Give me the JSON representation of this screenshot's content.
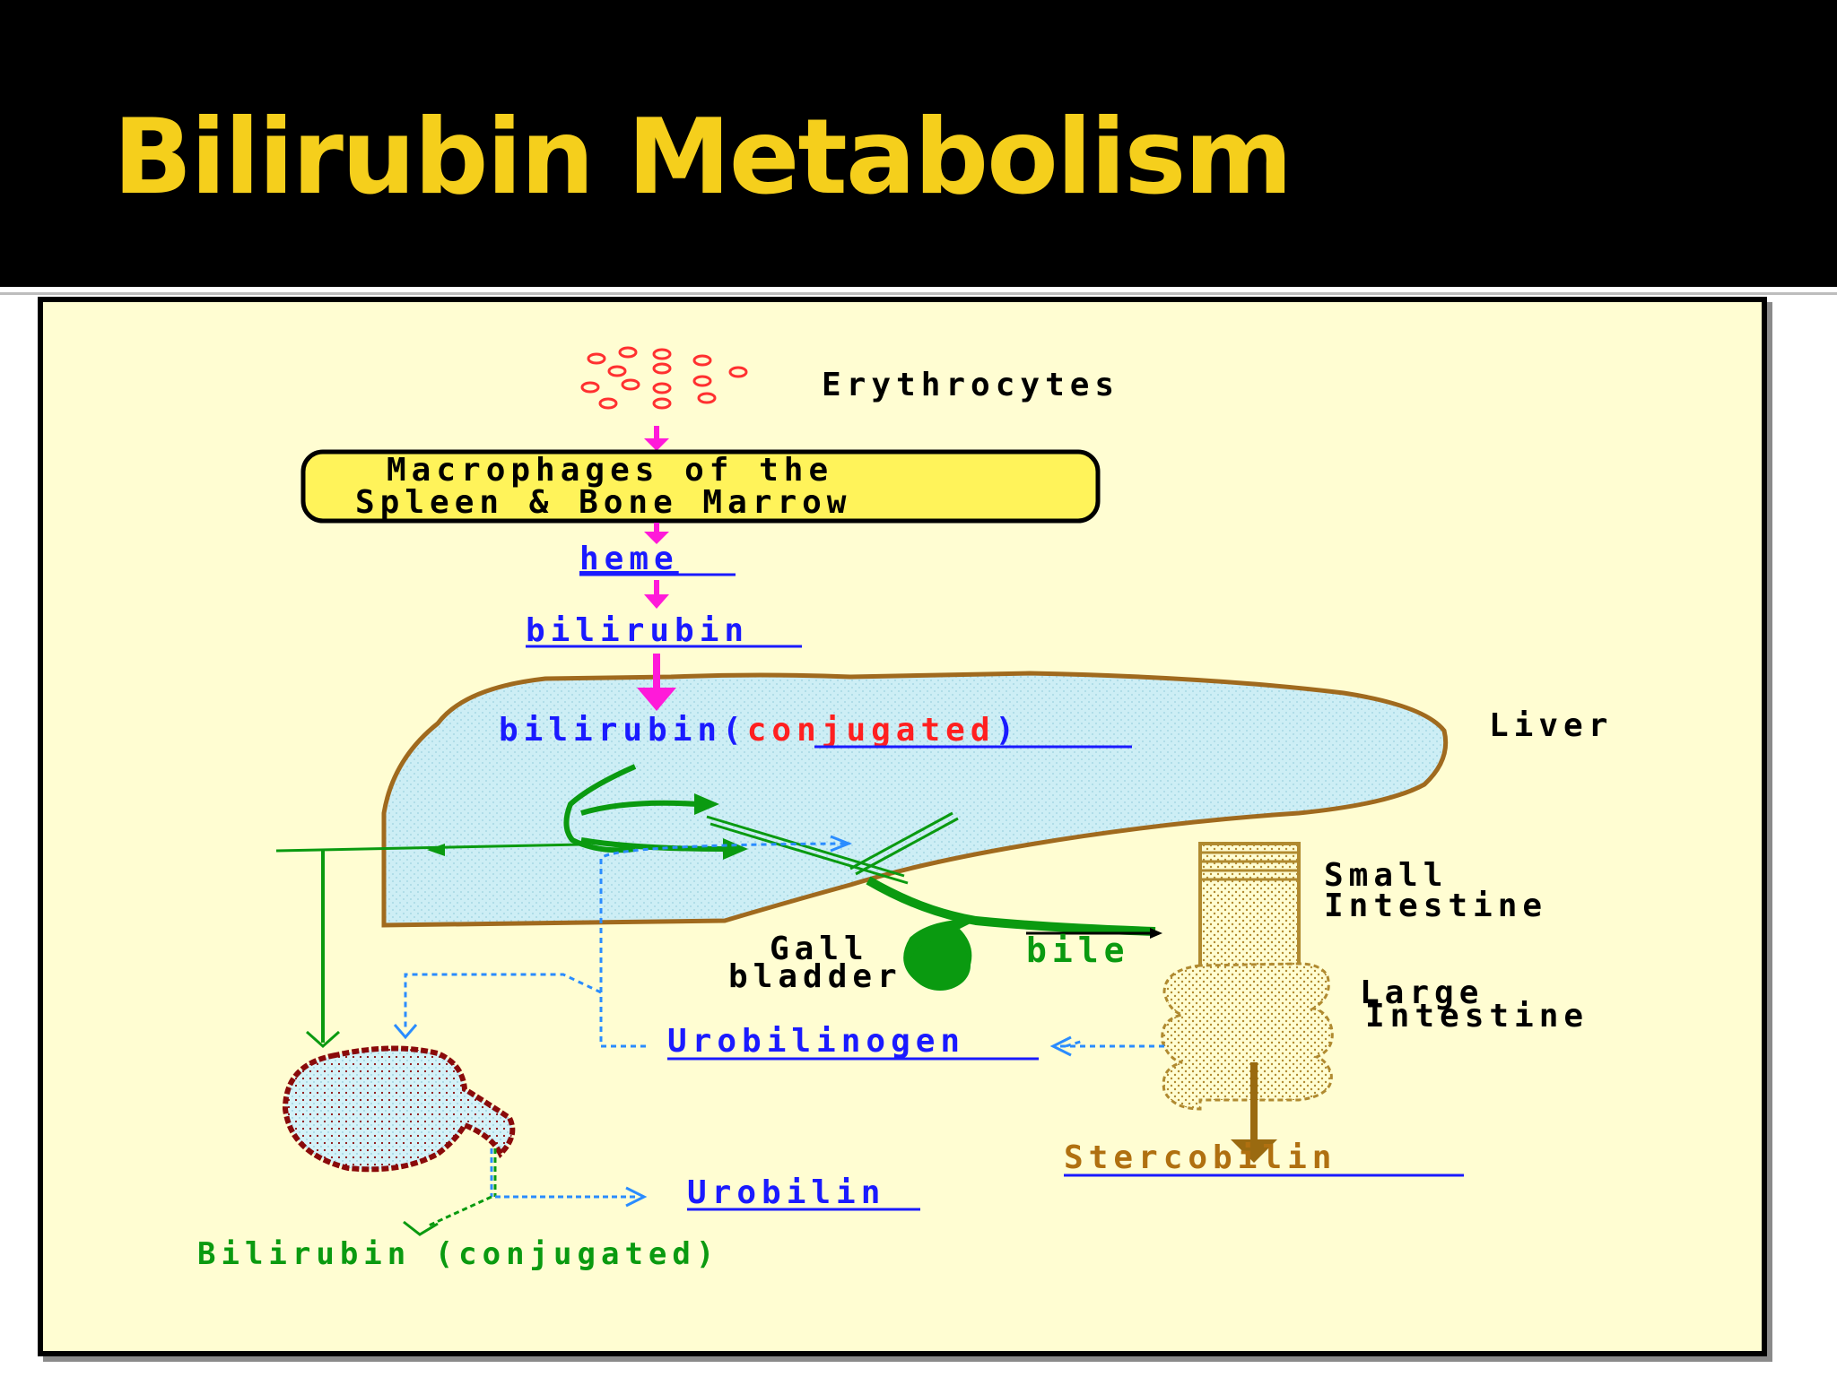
{
  "slide": {
    "title": "Bilirubin Metabolism"
  },
  "diagram": {
    "labels": {
      "erythrocytes": "Erythrocytes",
      "macrophages_line1": "Macrophages of the",
      "macrophages_line2": "Spleen & Bone Marrow",
      "heme": "heme",
      "bilirubin": "bilirubin",
      "bilirubin_conj_prefix": "bilirubin(",
      "bilirubin_conj_word": "conjugated",
      "bilirubin_conj_suffix": ")",
      "liver": "Liver",
      "small_intestine_line1": "Small",
      "small_intestine_line2": "Intestine",
      "gall_bladder_line1": "Gall",
      "gall_bladder_line2": "bladder",
      "bile": "bile",
      "large_intestine_line1": "Large",
      "large_intestine_line2": "Intestine",
      "urobilinogen": "Urobilinogen",
      "stercobilin": "Stercobilin",
      "urobilin": "Urobilin",
      "bilirubin_conjugated_urine": "Bilirubin (conjugated)"
    },
    "colors": {
      "title": "#f5cf1c",
      "panel_background": "#fffdd2",
      "liver_fill": "#cdeef5",
      "liver_outline": "#a06a1e",
      "macrophage_box": "#fff35a",
      "pink_arrow": "#ff1ad9",
      "blue_link": "#1a1aff",
      "red_text": "#ff2020",
      "green_path": "#0a9a10",
      "dotted_blue": "#2a8cff",
      "intestine_brown": "#9a6a10",
      "kidney_maroon": "#8a0a0a",
      "erythrocyte_red": "#ff3030"
    }
  }
}
